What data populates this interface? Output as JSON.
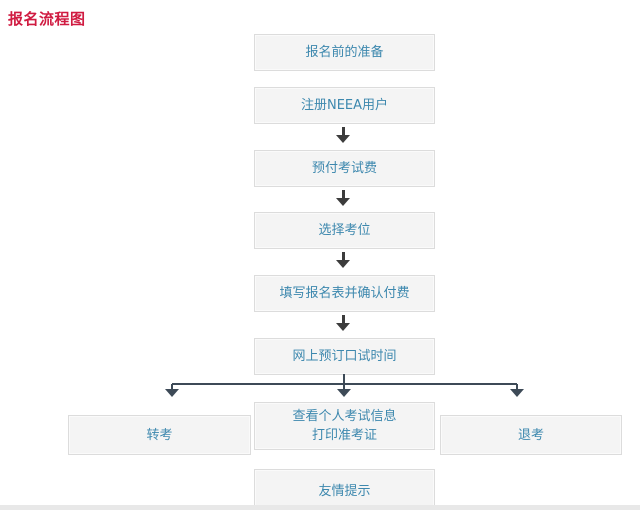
{
  "page": {
    "title": "报名流程图"
  },
  "flow": {
    "steps": [
      {
        "label": "报名前的准备"
      },
      {
        "label": "注册NEEA用户"
      },
      {
        "label": "预付考试费"
      },
      {
        "label": "选择考位"
      },
      {
        "label": "填写报名表并确认付费"
      },
      {
        "label": "网上预订口试时间"
      }
    ],
    "branches": {
      "left": {
        "label": "转考"
      },
      "center": {
        "line1": "查看个人考试信息",
        "line2": "打印准考证"
      },
      "right": {
        "label": "退考"
      }
    },
    "footer": {
      "label": "友情提示"
    }
  },
  "colors": {
    "title": "#d01b41",
    "box_text": "#3d88ae",
    "box_bg": "#f4f4f4",
    "box_border": "#dcdcdc",
    "arrow": "#3c3c3c",
    "branch_line": "#3d4a57",
    "bottom_strip": "#e8e8e8"
  }
}
